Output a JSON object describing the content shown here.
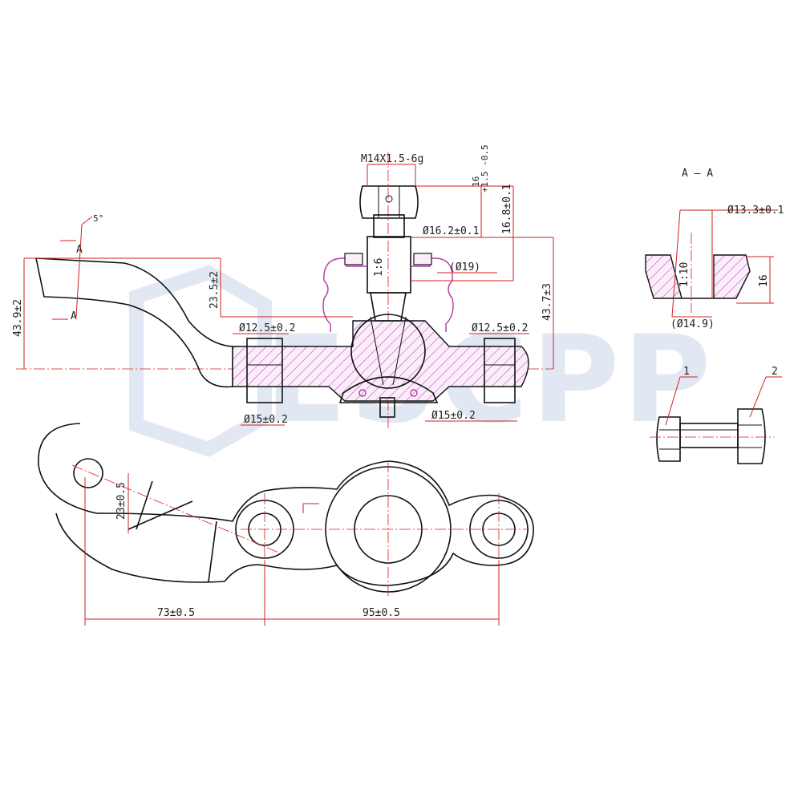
{
  "watermark": "ESCPP",
  "views": {
    "section_label": "A — A",
    "cut_mark_top": "A",
    "cut_mark_bottom": "A",
    "angle": "5°"
  },
  "dimensions": {
    "thread": "M14X1.5-6g",
    "nut_height": "16",
    "nut_height_tol": "+1.5 -0.5",
    "stud_dia": "Ø16.2±0.1",
    "stud_len": "16.8±0.1",
    "taper_main": "1:6",
    "boot_dia": "(Ø19)",
    "overall_height": "43.7±3",
    "arm_height": "43.9±2",
    "arm_drop": "23.5±2",
    "bush_left_top": "Ø12.5±0.2",
    "bush_right_top": "Ø12.5±0.2",
    "bush_left_bot": "Ø15±0.2",
    "bush_right_bot": "Ø15±0.2",
    "offset": "23±0.5",
    "span_left": "73±0.5",
    "span_right": "95±0.5",
    "sec_top_dia": "Ø13.3±0.1",
    "sec_bot_dia": "(Ø14.9)",
    "sec_taper": "1:10",
    "sec_height": "16"
  },
  "callouts": {
    "item1": "1",
    "item2": "2"
  },
  "colors": {
    "outline": "#111111",
    "dimension": "#d21f1f",
    "boot": "#b03aa5",
    "watermark": "#dfe6f2"
  }
}
